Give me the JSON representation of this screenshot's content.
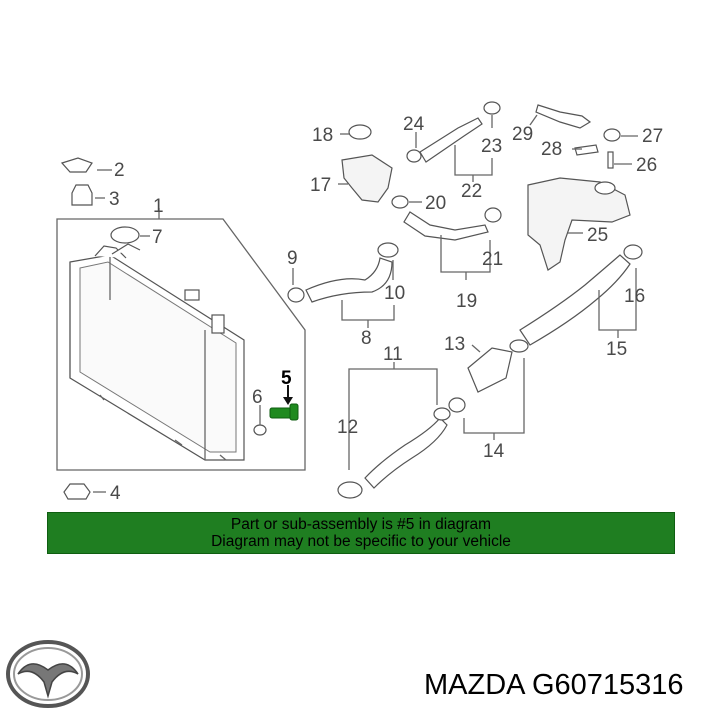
{
  "diagram": {
    "callouts": [
      {
        "id": "1",
        "label": "1"
      },
      {
        "id": "2",
        "label": "2"
      },
      {
        "id": "3",
        "label": "3"
      },
      {
        "id": "4",
        "label": "4"
      },
      {
        "id": "5",
        "label": "5"
      },
      {
        "id": "6",
        "label": "6"
      },
      {
        "id": "7",
        "label": "7"
      },
      {
        "id": "8",
        "label": "8"
      },
      {
        "id": "9",
        "label": "9"
      },
      {
        "id": "10",
        "label": "10"
      },
      {
        "id": "11",
        "label": "11"
      },
      {
        "id": "12",
        "label": "12"
      },
      {
        "id": "13",
        "label": "13"
      },
      {
        "id": "14",
        "label": "14"
      },
      {
        "id": "15",
        "label": "15"
      },
      {
        "id": "16",
        "label": "16"
      },
      {
        "id": "17",
        "label": "17"
      },
      {
        "id": "18",
        "label": "18"
      },
      {
        "id": "19",
        "label": "19"
      },
      {
        "id": "20",
        "label": "20"
      },
      {
        "id": "21",
        "label": "21"
      },
      {
        "id": "22",
        "label": "22"
      },
      {
        "id": "23",
        "label": "23"
      },
      {
        "id": "24",
        "label": "24"
      },
      {
        "id": "25",
        "label": "25"
      },
      {
        "id": "26",
        "label": "26"
      },
      {
        "id": "27",
        "label": "27"
      },
      {
        "id": "28",
        "label": "28"
      },
      {
        "id": "29",
        "label": "29"
      }
    ],
    "highlighted_part": "5",
    "highlight_color": "#1f8a1f"
  },
  "banner": {
    "line1": "Part or sub-assembly is #5 in diagram",
    "line2": "Diagram may not be specific to your vehicle",
    "color": "#1f7e21"
  },
  "footer": {
    "label": "MAZDA G60715316",
    "logo": "mazda-logo"
  }
}
